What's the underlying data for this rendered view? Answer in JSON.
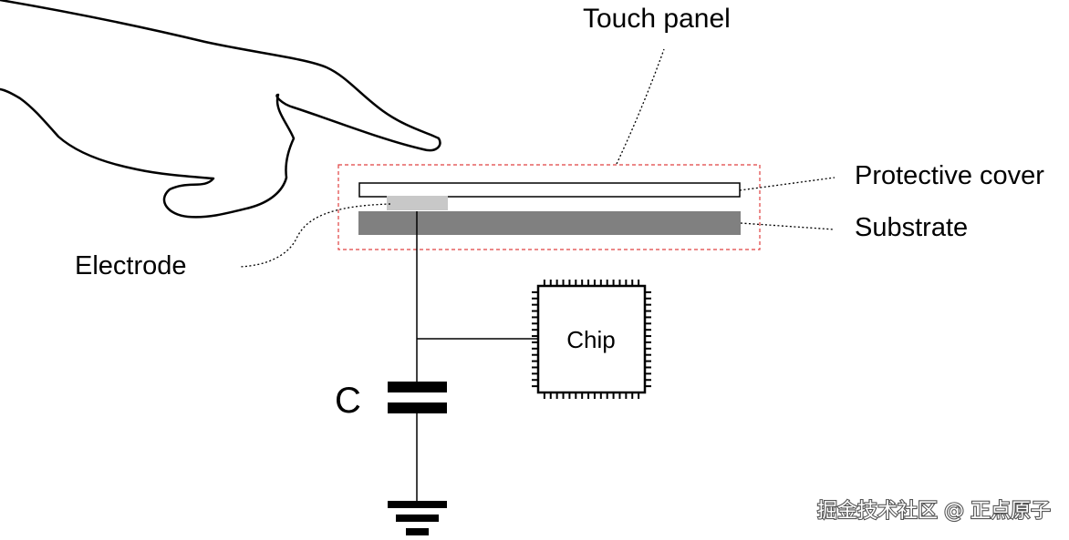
{
  "labels": {
    "touch_panel": "Touch panel",
    "protective_cover": "Protective cover",
    "substrate": "Substrate",
    "electrode": "Electrode",
    "chip": "Chip",
    "capacitor": "C"
  },
  "watermark": "掘金技术社区 @ 正点原子",
  "colors": {
    "stroke": "#000000",
    "substrate": "#808080",
    "electrode": "#c8c8c8",
    "panel_outline": "#e04040",
    "background": "#ffffff"
  },
  "icons": {
    "hand": "pointing-hand-icon",
    "chip": "chip-icon",
    "capacitor": "capacitor-icon",
    "ground": "ground-icon"
  }
}
